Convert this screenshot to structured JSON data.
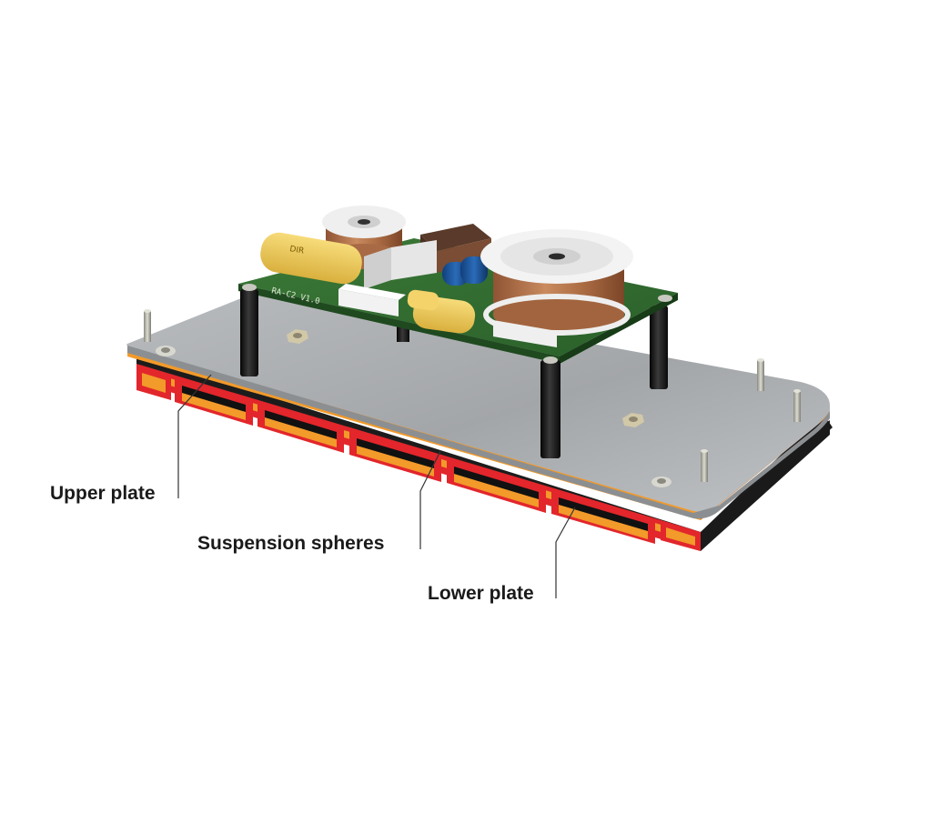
{
  "diagram": {
    "subject": "crossover-on-isolation-platform",
    "labels": {
      "upper_plate": "Upper plate",
      "suspension_spheres": "Suspension spheres",
      "lower_plate": "Lower plate"
    },
    "pcb_marking": "RA-C2 V1.0",
    "capacitor_marking": "DIR",
    "colors": {
      "plate_metal": "#a9acaf",
      "layer_orange": "#f29a2a",
      "layer_red": "#e2262b",
      "pcb_green": "#2f6a2e",
      "copper": "#b8744a",
      "capacitor_yellow": "#f0cd5c",
      "standoff": "#1a1a1a",
      "leader_line": "#333333",
      "label_text": "#1a1a1a"
    }
  }
}
